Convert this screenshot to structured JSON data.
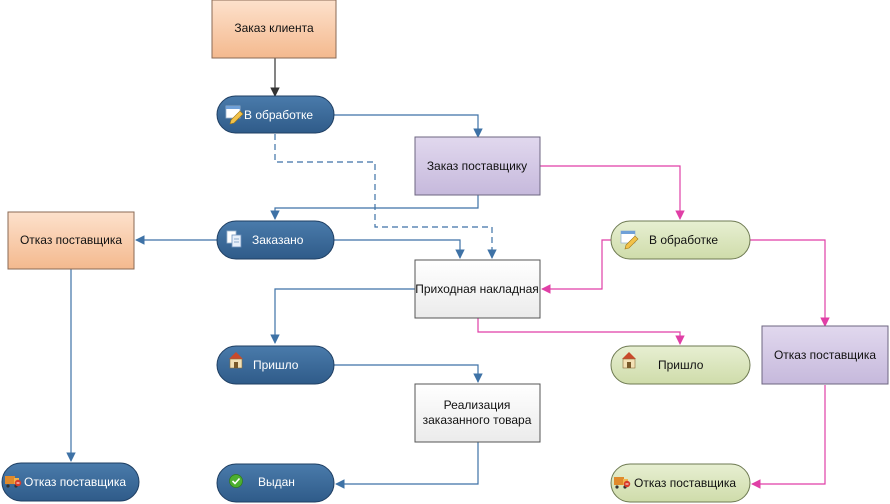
{
  "nodes": {
    "zakaz_klienta": "Заказ клиента",
    "status_v_obrabotke_client": "В обработке",
    "zakaz_postavshiku": "Заказ поставщику",
    "otkaz_postavshika_box_left": "Отказ поставщика",
    "status_zakazano": "Заказано",
    "status_v_obrabotke_supplier": "В обработке",
    "prihodnaya_nakladnaya": "Приходная накладная",
    "status_prishlo_client": "Пришло",
    "status_prishlo_supplier": "Пришло",
    "otkaz_postavshika_box_right": "Отказ поставщика",
    "realizaciya_line1": "Реализация",
    "realizaciya_line2": "заказанного товара",
    "status_otkaz_left": "Отказ поставщика",
    "status_vydan": "Выдан",
    "status_otkaz_right": "Отказ поставщика"
  },
  "colors": {
    "document_orange": "#f9c9a6",
    "document_purple": "#d2c7e3",
    "document_white": "#f7f7f7",
    "status_blue": "#3a6797",
    "status_green": "#dbe7bf",
    "flow_dark": "#333333",
    "flow_blue": "#3e72a6",
    "flow_pink": "#e03fa6"
  },
  "icons": {
    "v_obrabotke_client": "edit-document-icon",
    "zakazano": "copy-documents-icon",
    "prishlo_client": "home-icon",
    "vydan": "check-circle-icon",
    "otkaz_left": "truck-cancel-icon",
    "v_obrabotke_supplier": "edit-document-icon",
    "prishlo_supplier": "home-icon",
    "otkaz_right": "truck-cancel-icon"
  }
}
